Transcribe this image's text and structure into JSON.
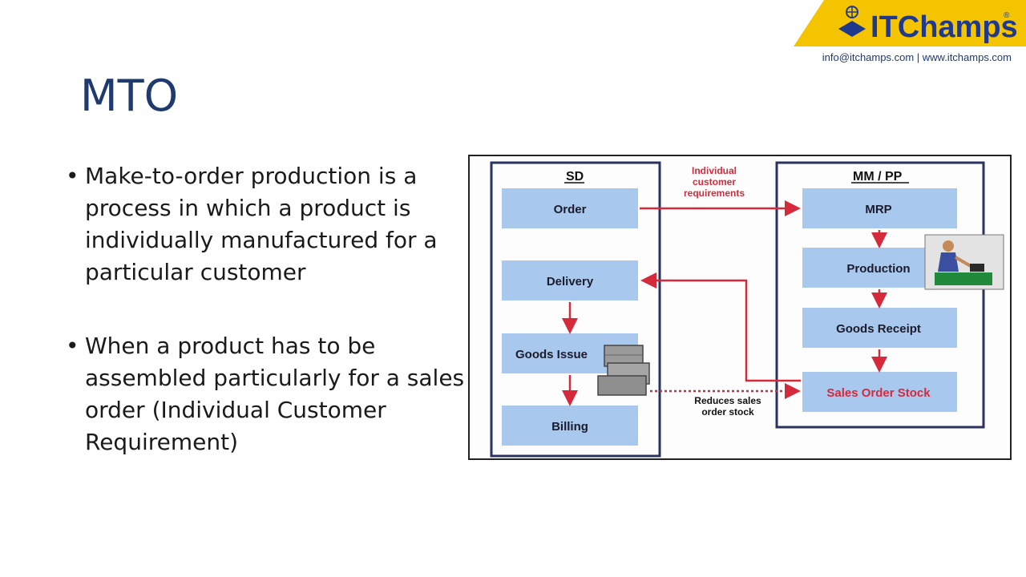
{
  "header": {
    "logo_text": "ITChamps",
    "logo_mark": "®",
    "contact": "info@itchamps.com | www.itchamps.com"
  },
  "slide": {
    "title": "MTO",
    "bullets": [
      "Make-to-order production is a process in which a product is individually manufactured for a particular customer",
      "When a product has to be assembled particularly for a sales order (Individual Customer Requirement)"
    ],
    "bullet_glyph": "•"
  },
  "diagram": {
    "sd_header": "SD",
    "mmpp_header": "MM / PP",
    "sd_boxes": [
      "Order",
      "Delivery",
      "Goods Issue",
      "Billing"
    ],
    "mmpp_boxes": [
      "MRP",
      "Production",
      "Goods Receipt",
      "Sales Order Stock"
    ],
    "note_top": [
      "Individual",
      "customer",
      "requirements"
    ],
    "note_bottom": [
      "Reduces sales",
      "order stock"
    ],
    "colors": {
      "box_fill": "#a9c8ee",
      "arrow": "#d42a3c",
      "frame": "#2a3360",
      "highlight_text": "#d42a3c",
      "logo_yellow": "#f5c400",
      "logo_blue": "#1f3a8c"
    },
    "icons": [
      "boxes-icon",
      "worker-icon"
    ]
  }
}
